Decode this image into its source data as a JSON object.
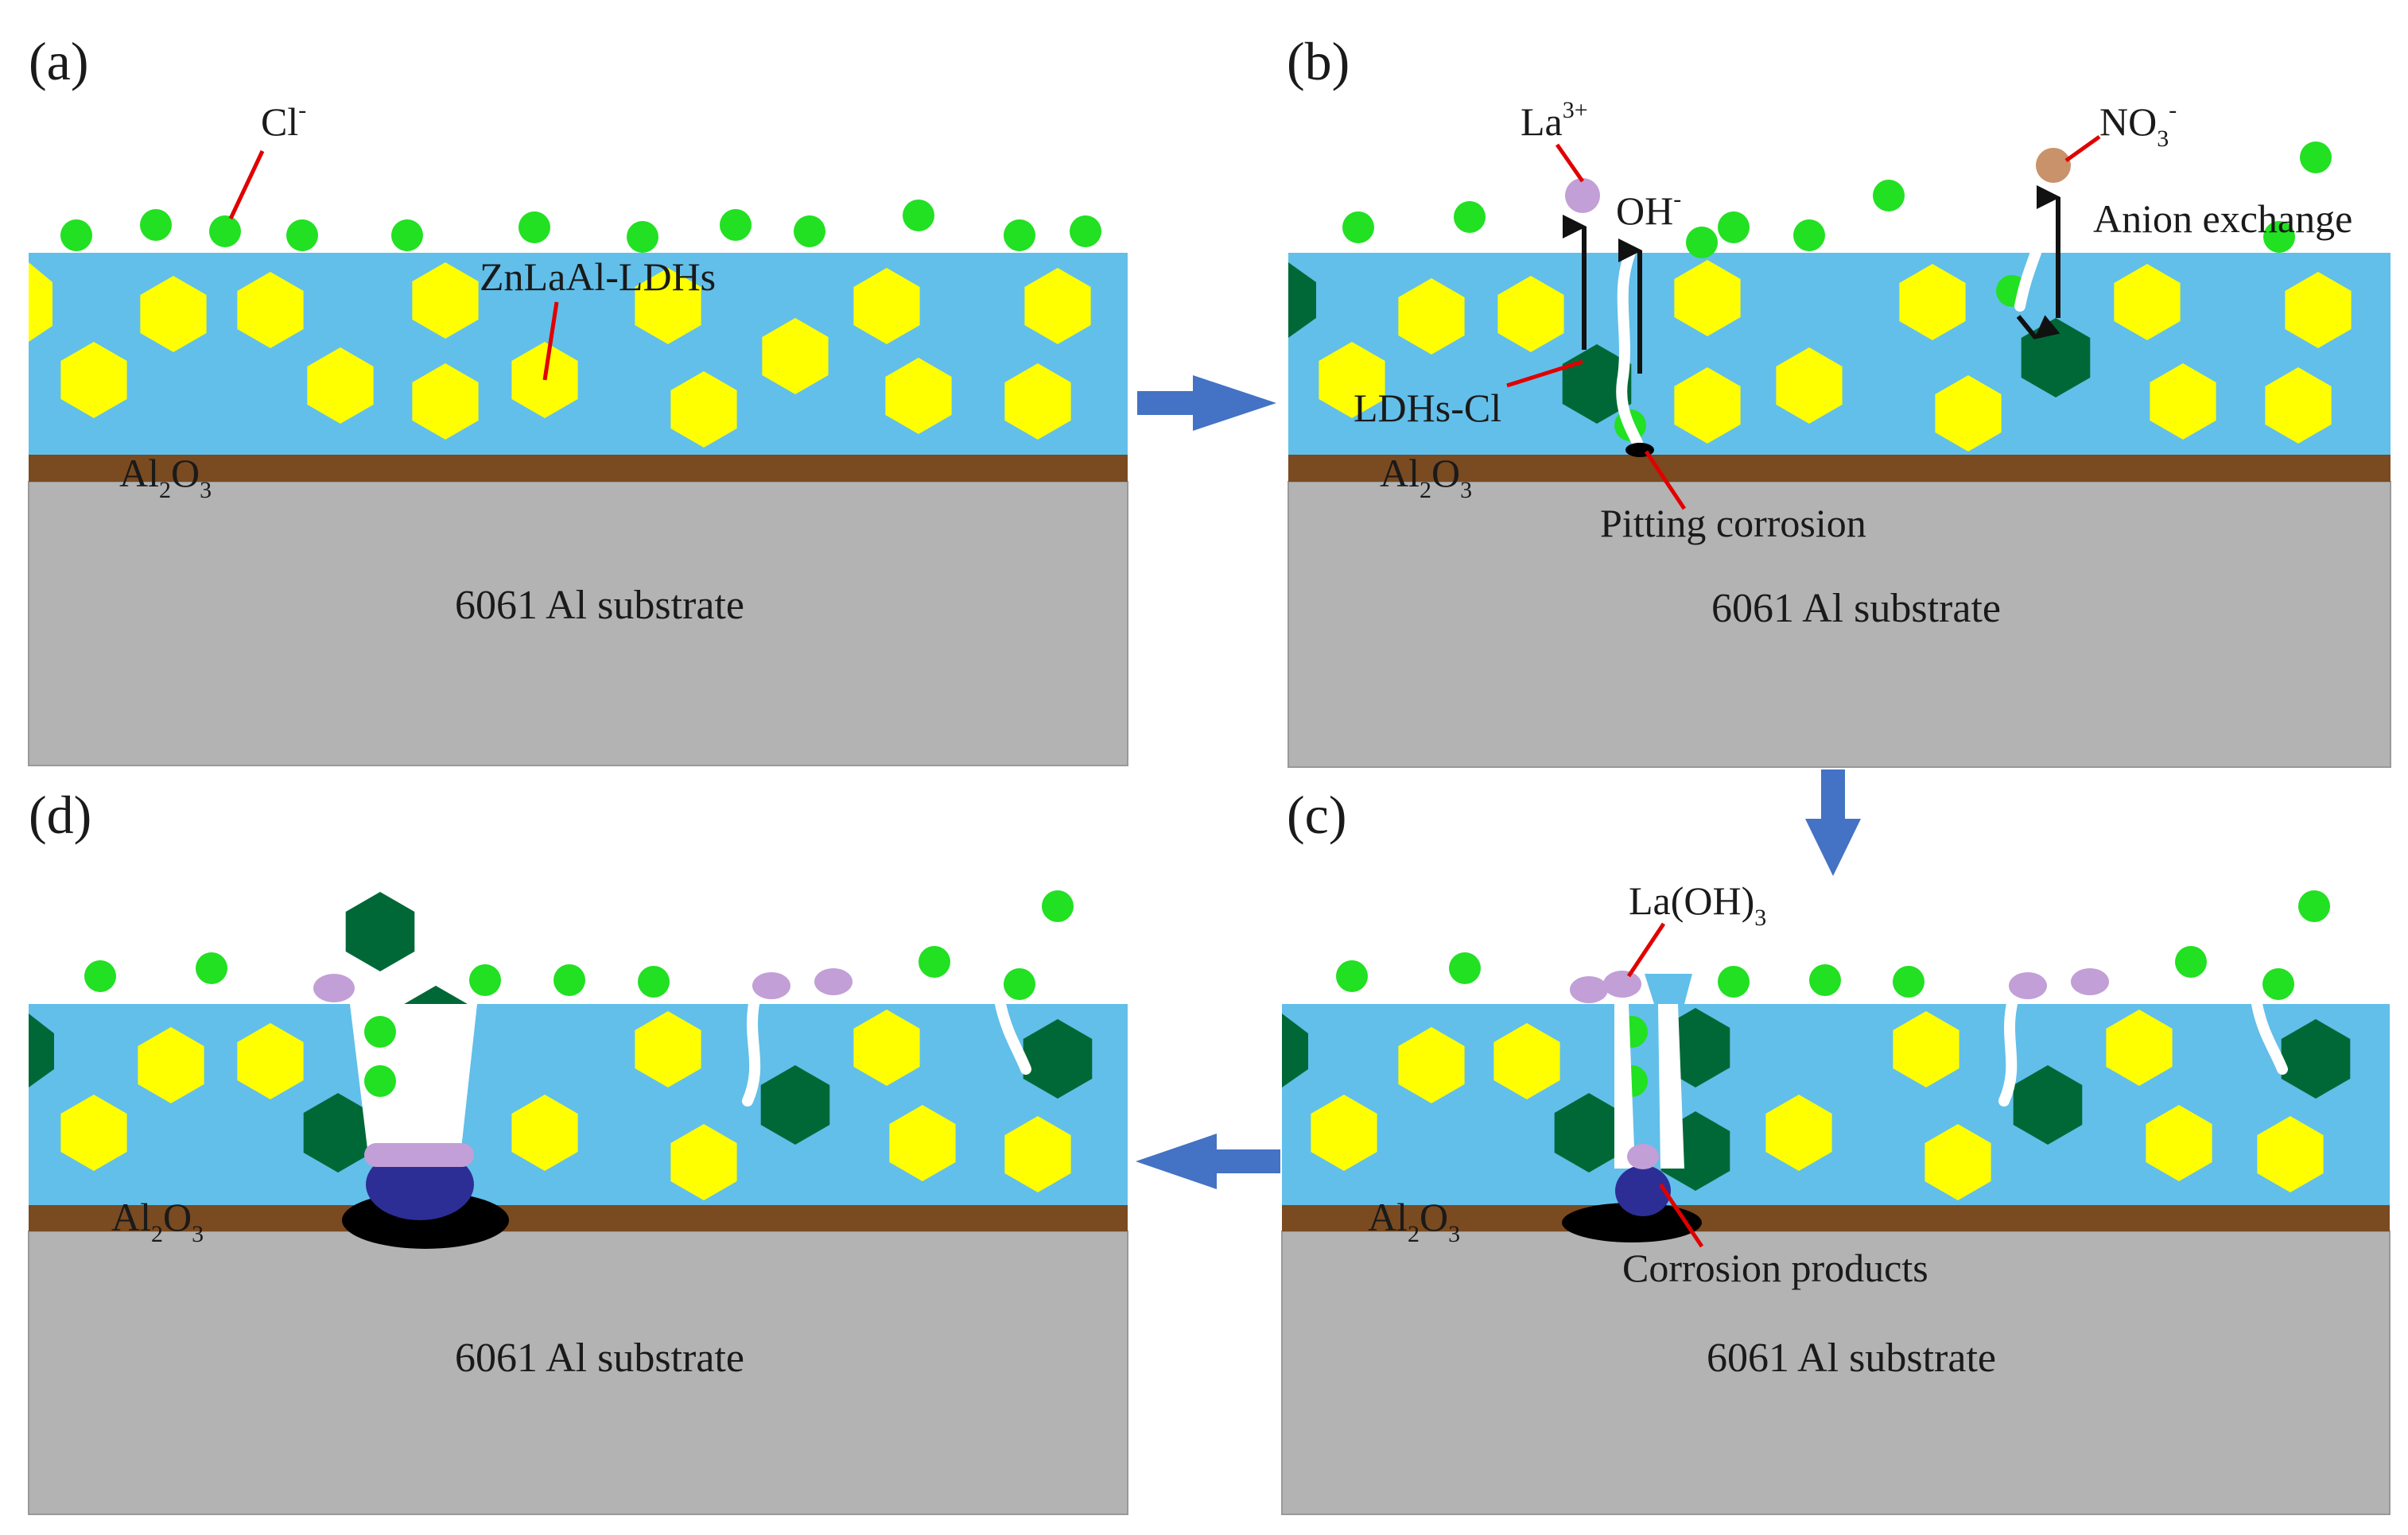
{
  "panels": {
    "a": {
      "tag": "(a)"
    },
    "b": {
      "tag": "(b)"
    },
    "c": {
      "tag": "(c)"
    },
    "d": {
      "tag": "(d)"
    }
  },
  "labels": {
    "substrate": "6061 Al substrate",
    "oxide_main": "Al",
    "oxide_sub1": "2",
    "oxide_mid": "O",
    "oxide_sub2": "3",
    "chloride": "Cl",
    "chloride_sup": "-",
    "ldh": "ZnLaAl-LDHs",
    "lanthanum": "La",
    "lanthanum_sup": "3+",
    "hydroxide": "OH",
    "hydroxide_sup": "-",
    "nitrate": "NO",
    "nitrate_sub": "3",
    "nitrate_sup": "-",
    "anion_exchange": "Anion exchange",
    "ldh_cl": "LDHs-Cl",
    "pitting": "Pitting corrosion",
    "la_hydroxide": "La(OH)",
    "la_hydroxide_sub": "3",
    "corrosion_products": "Corrosion products"
  },
  "colors": {
    "coating": "#62bfe9",
    "oxide": "#7a4a20",
    "substrate": "#b3b3b3",
    "ldh_hex": "#ffff00",
    "ldh_cl_hex": "#006837",
    "chloride_ion": "#22e022",
    "la_ion": "#c29fd6",
    "nitrate_ion": "#c9926a",
    "corrosion_product": "#2d2d96",
    "pit": "#000000",
    "flow_arrow": "#4472c4",
    "leader_line": "#e00000"
  }
}
